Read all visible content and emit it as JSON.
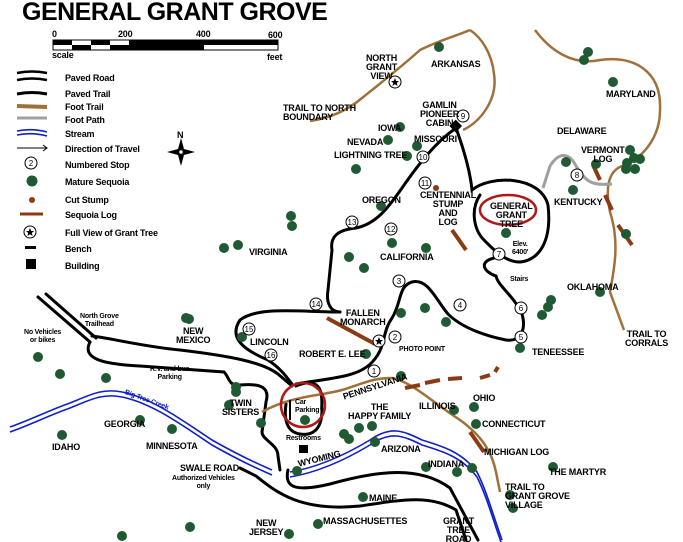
{
  "title": "GENERAL GRANT GROVE",
  "scale": {
    "ticks": [
      "0",
      "200",
      "400",
      "600"
    ],
    "label": "scale",
    "unit": "feet"
  },
  "compass": {
    "north": "N"
  },
  "legend": [
    {
      "symbol": "paved-road",
      "label": "Paved Road"
    },
    {
      "symbol": "paved-trail",
      "label": "Paved Trail"
    },
    {
      "symbol": "foot-trail",
      "label": "Foot Trail"
    },
    {
      "symbol": "foot-path",
      "label": "Foot Path"
    },
    {
      "symbol": "stream",
      "label": "Stream"
    },
    {
      "symbol": "direction-arrow",
      "label": "Direction of Travel"
    },
    {
      "symbol": "numbered-stop",
      "label": "Numbered Stop"
    },
    {
      "symbol": "mature-sequoia",
      "label": "Mature Sequoia"
    },
    {
      "symbol": "cut-stump",
      "label": "Cut Stump"
    },
    {
      "symbol": "sequoia-log",
      "label": "Sequoia Log"
    },
    {
      "symbol": "star-view",
      "label": "Full View of Grant Tree"
    },
    {
      "symbol": "bench",
      "label": "Bench"
    },
    {
      "symbol": "building",
      "label": "Building"
    }
  ],
  "colors": {
    "paved": "#000000",
    "foot_trail": "#a0703a",
    "foot_path": "#a0a0a0",
    "stream": "#1020c8",
    "sequoia": "#1f5a32",
    "log": "#8b3a14",
    "highlight": "#b01818"
  },
  "stops": [
    "1",
    "2",
    "3",
    "4",
    "5",
    "6",
    "7",
    "8",
    "9",
    "10",
    "11",
    "12",
    "13",
    "14",
    "15",
    "16"
  ],
  "labels": {
    "north_grant_view": "NORTH\nGRANT\nVIEW",
    "arkansas": "ARKANSAS",
    "trail_north": "TRAIL TO NORTH\nBOUNDARY",
    "maryland": "MARYLAND",
    "gamlin": "GAMLIN\nPIONEER\nCABIN",
    "iowa": "IOWA",
    "nevada": "NEVADA",
    "missouri": "MISSOURI",
    "lightning": "LIGHTNING TREE",
    "delaware": "DELAWARE",
    "vermont": "VERMONT\nLOG",
    "kentucky": "KENTUCKY",
    "centennial": "CENTENNIAL\nSTUMP\nAND\nLOG",
    "oregon": "OREGON",
    "grant_tree": "GENERAL\nGRANT\nTREE",
    "elev": "Elev.\n6400'",
    "california": "CALIFORNIA",
    "virginia": "VIRGINIA",
    "stairs": "Stairs",
    "oklahoma": "OKLAHOMA",
    "fallen": "FALLEN\nMONARCH",
    "corrals": "TRAIL TO\nCORRALS",
    "lincoln": "LINCOLN",
    "new_mexico": "NEW\nMEXICO",
    "trailhead": "North Grove\nTrailhead",
    "no_vehicles": "No Vehicles\nor bikes",
    "photo_point": "PHOTO POINT",
    "lee": "ROBERT E. LEE",
    "tenessee": "TENEESSEE",
    "rv": "R.V. and bus\nParking",
    "pennsylvania": "PENNSYLVANIA",
    "twin": "TWIN\nSISTERS",
    "car": "Car\nParking",
    "happy": "THE\nHAPPY FAMILY",
    "illinois": "ILLINOIS",
    "ohio": "OHIO",
    "connecticut": "CONNECTICUT",
    "creek": "Big Tree Creek",
    "georgia": "GEORGIA",
    "idaho": "IDAHO",
    "minnesota": "MINNESOTA",
    "restrooms": "Restrooms",
    "arizona": "ARIZONA",
    "wyoming": "WYOMING",
    "michigan": "MICHIGAN LOG",
    "indiana": "INDIANA",
    "swale": "SWALE ROAD",
    "authorized": "Authorized Vehicles\nonly",
    "martyr": "THE MARTYR",
    "village": "TRAIL TO\nGRANT GROVE\nVILLAGE",
    "maine": "MAINE",
    "new_jersey": "NEW\nJERSEY",
    "massachusettes": "MASSACHUSETTES",
    "grant_road": "GRANT\nTREE\nROAD"
  }
}
